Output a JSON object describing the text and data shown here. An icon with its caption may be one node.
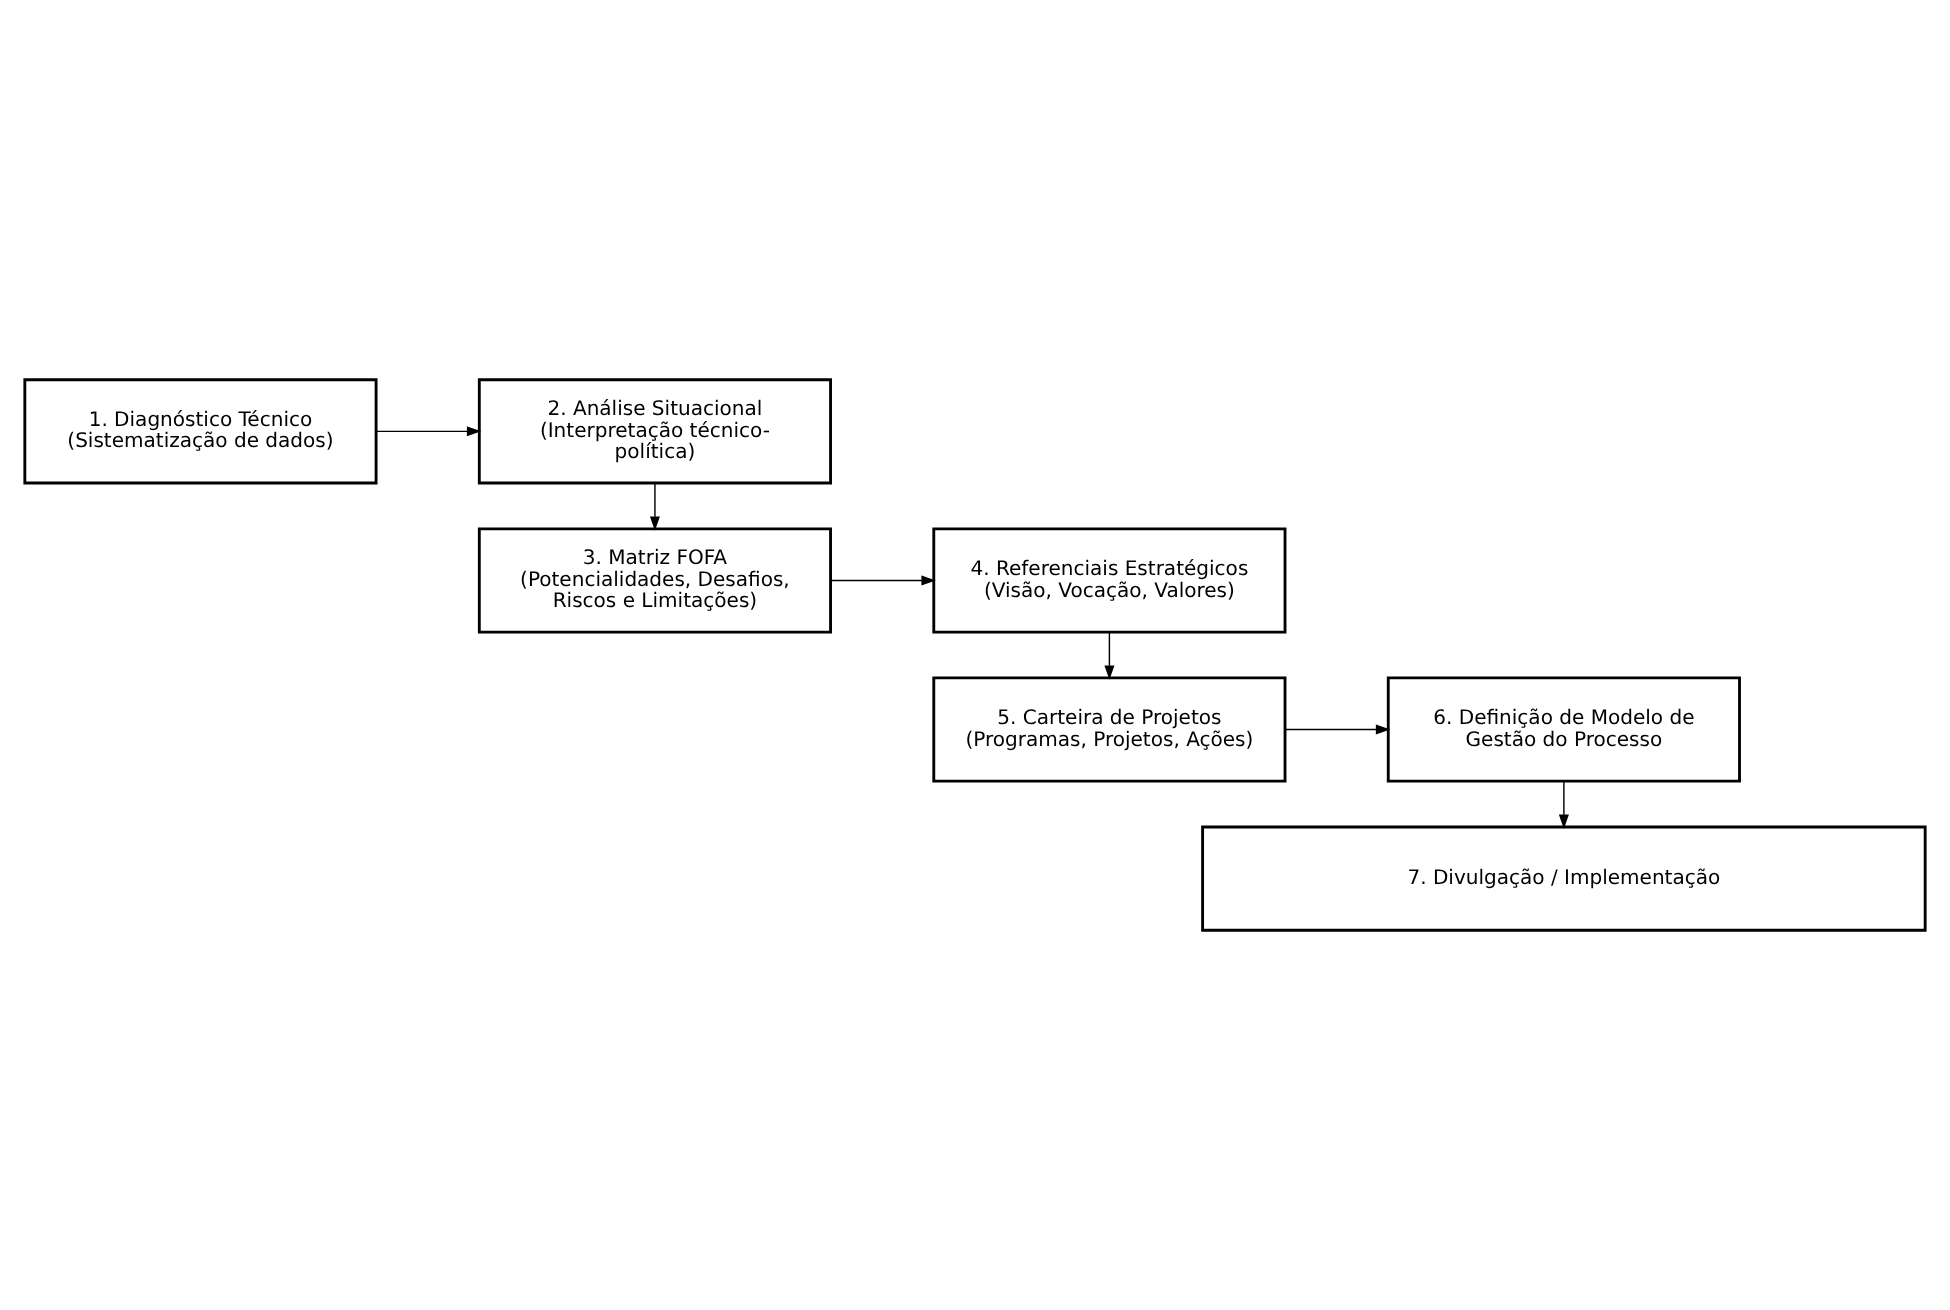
{
  "diagram": {
    "nodes": [
      {
        "text": [
          "1. Diagnóstico Técnico",
          "(Sistematização de dados)"
        ]
      },
      {
        "text": [
          "2. Análise Situacional",
          "(Interpretação técnico-política)"
        ]
      },
      {
        "text": [
          "3. Matriz FOFA",
          "(Potencialidades, Desafios, Riscos e Limitações)"
        ]
      },
      {
        "text": [
          "4. Referenciais Estratégicos",
          "(Visão, Vocação, Valores)"
        ]
      },
      {
        "text": [
          "5. Carteira de Projetos",
          "(Programas, Projetos, Ações)"
        ]
      },
      {
        "text": [
          "6. Definição de Modelo de Gestão do Processo"
        ]
      },
      {
        "text": [
          "7. Divulgação / Implementação"
        ]
      }
    ],
    "edges": [
      {
        "from": 0,
        "to": 1,
        "arrow": "to"
      },
      {
        "from": 1,
        "to": 2,
        "arrow": "to"
      },
      {
        "from": 2,
        "to": 3,
        "arrow": "to"
      },
      {
        "from": 3,
        "to": 4,
        "arrow": "to"
      },
      {
        "from": 4,
        "to": 5,
        "arrow": "to"
      },
      {
        "from": 5,
        "to": 6,
        "arrow": "to"
      }
    ]
  }
}
